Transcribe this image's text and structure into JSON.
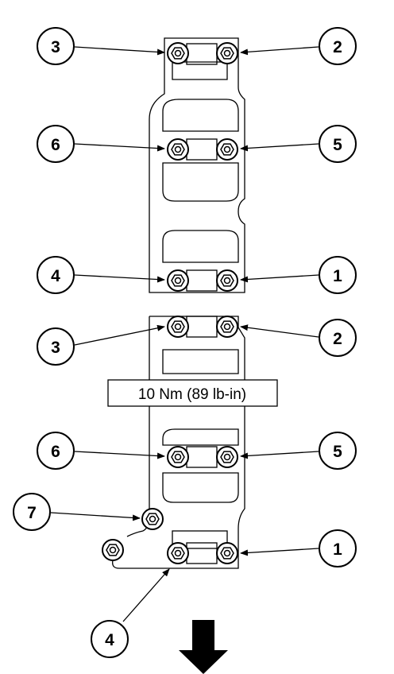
{
  "torque_spec": "10 Nm (89 lb-in)",
  "upper_cover": {
    "callouts": [
      {
        "label": "3"
      },
      {
        "label": "2"
      },
      {
        "label": "6"
      },
      {
        "label": "5"
      },
      {
        "label": "4"
      },
      {
        "label": "1"
      }
    ]
  },
  "lower_cover": {
    "callouts": [
      {
        "label": "3"
      },
      {
        "label": "2"
      },
      {
        "label": "6"
      },
      {
        "label": "5"
      },
      {
        "label": "7"
      },
      {
        "label": "1"
      },
      {
        "label": "4"
      }
    ]
  },
  "icons": {
    "direction_arrow": "arrow-down-icon",
    "bolt": "hex-bolt-icon"
  }
}
